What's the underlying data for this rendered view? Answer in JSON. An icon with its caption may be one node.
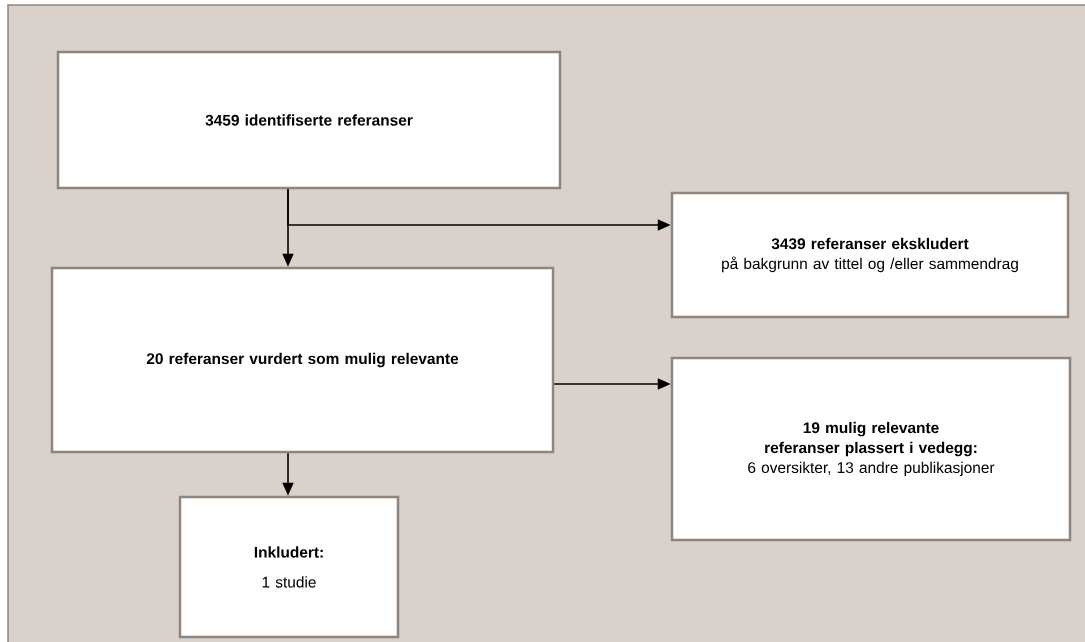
{
  "diagram": {
    "nodes": [
      {
        "text": [
          "3459 identifiserte referanser"
        ]
      },
      {
        "text": [
          "3439 referanser ekskludert",
          "på bakgrunn av tittel og /eller sammendrag"
        ]
      },
      {
        "text": [
          "20 referanser vurdert som mulig relevante"
        ]
      },
      {
        "text": [
          "19 mulig relevante referanser plassert i vedegg:",
          "6 oversikter, 13 andre publikasjoner"
        ]
      },
      {
        "text": [
          "Inkludert:",
          "1 studie"
        ]
      }
    ],
    "edges": [
      {
        "from": 0,
        "to": 2,
        "arrow": "to"
      },
      {
        "from": 0,
        "to": 1,
        "arrow": "to"
      },
      {
        "from": 2,
        "to": 3,
        "arrow": "to"
      },
      {
        "from": 2,
        "to": 4,
        "arrow": "to"
      }
    ]
  }
}
